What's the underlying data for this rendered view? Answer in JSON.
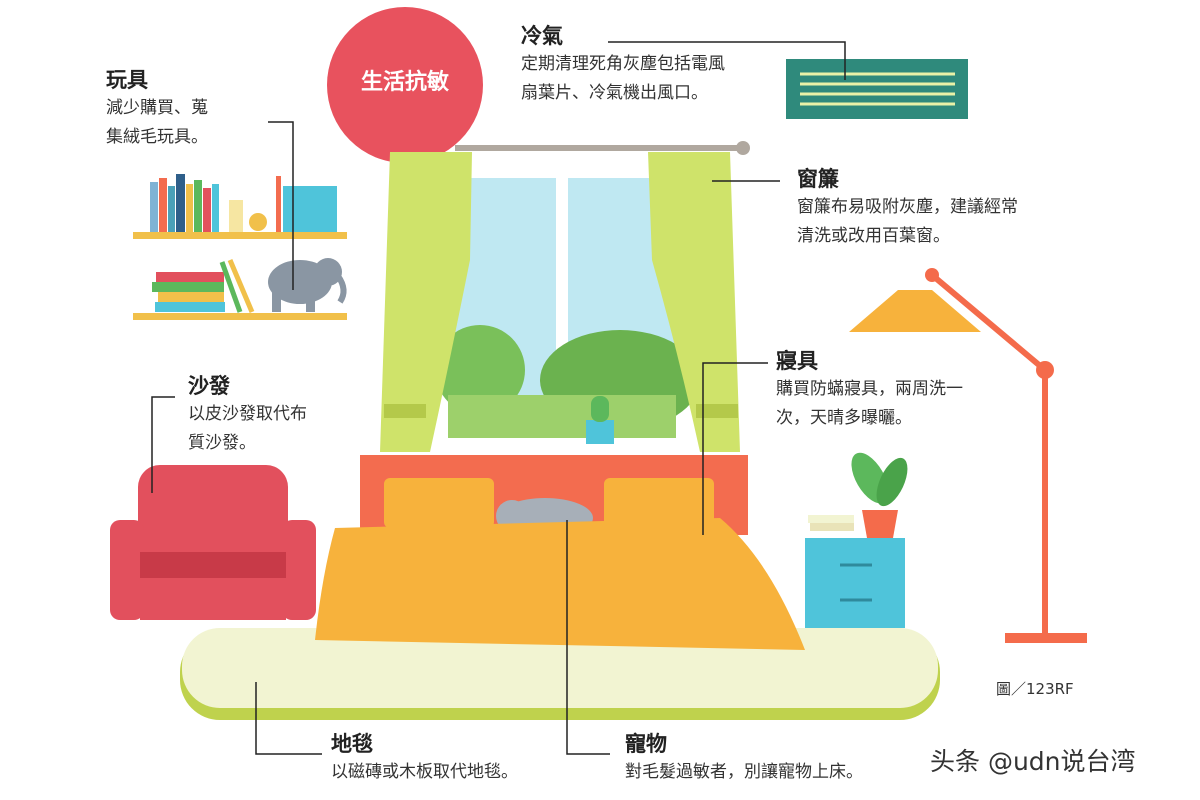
{
  "badge": {
    "text": "生活抗敏",
    "color": "#e8525e"
  },
  "labels": {
    "aircon": {
      "title": "冷氣",
      "lines": [
        "定期清理死角灰塵包括電風",
        "扇葉片、冷氣機出風口。"
      ]
    },
    "toys": {
      "title": "玩具",
      "lines": [
        "減少購買、蒐",
        "集絨毛玩具。"
      ]
    },
    "curtain": {
      "title": "窗簾",
      "lines": [
        "窗簾布易吸附灰塵，建議經常",
        "清洗或改用百葉窗。"
      ]
    },
    "bedding": {
      "title": "寢具",
      "lines": [
        "購買防蟎寢具，兩周洗一",
        "次，天晴多曝曬。"
      ]
    },
    "sofa": {
      "title": "沙發",
      "lines": [
        "以皮沙發取代布",
        "質沙發。"
      ]
    },
    "carpet": {
      "title": "地毯",
      "lines": [
        "以磁磚或木板取代地毯。"
      ]
    },
    "pet": {
      "title": "寵物",
      "lines": [
        "對毛髮過敏者，別讓寵物上床。"
      ]
    }
  },
  "credit": "圖／123RF",
  "watermark": "头条 @udn说台湾",
  "colors": {
    "curtain": "#cfe36a",
    "bedding": "#f7b23c",
    "headboard": "#f36c4f",
    "sofa": "#e2505d",
    "rug": "#f2f4d2",
    "lamp": "#f46b4b",
    "nightstand": "#4fc4da",
    "aircon": "#2f8a7c"
  }
}
